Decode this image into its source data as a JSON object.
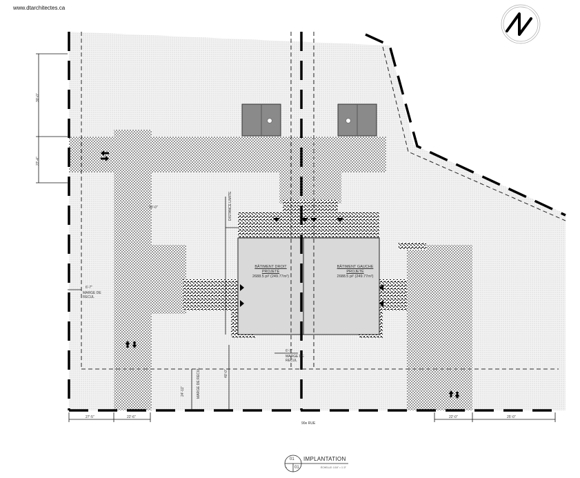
{
  "header": {
    "website": "www.dtarchitectes.ca"
  },
  "north_arrow": {
    "label": "N"
  },
  "buildings": [
    {
      "name": "BÂTIMENT DROIT",
      "status": "PROJETÉ",
      "area": "2688.5 pi² (249.77m²)"
    },
    {
      "name": "BÂTIMENT GAUCHE",
      "status": "PROJETÉ",
      "area": "2688.5 pi² (249.77m²)"
    }
  ],
  "dimensions": {
    "left_top": "30'-0\"",
    "left_driveway": "22'-4\"",
    "bottom_1": "27'-5\"",
    "bottom_2": "22'-6\"",
    "bottom_3": "22'-0\"",
    "bottom_4": "25'-0\"",
    "center_left": "30'-0\"",
    "setback_side": "24'-11\"",
    "setback_front": "40'-0\"",
    "small_1": "6'-7\"",
    "small_2": "6'-7\""
  },
  "notes": {
    "marge_recul_left": "MARGE DE RECUL",
    "marge_recul_center": "MARGE DE RECUL",
    "marge_recul_bottom": "MARGE DE RECUL",
    "distance_limite": "DISTANCE LIMITE"
  },
  "street": {
    "name": "90e RUE"
  },
  "title_block": {
    "drawing_number": "01",
    "sheet_number": "01",
    "sheet_prefix": "-",
    "title": "IMPLANTATION",
    "scale": "ÉCHELLE: 1/16\" = 1'-0\""
  },
  "colors": {
    "building_fill": "#d9d9d9",
    "garage_fill": "#8a8a8a",
    "lot_fill": "#ececec",
    "line": "#000000"
  }
}
